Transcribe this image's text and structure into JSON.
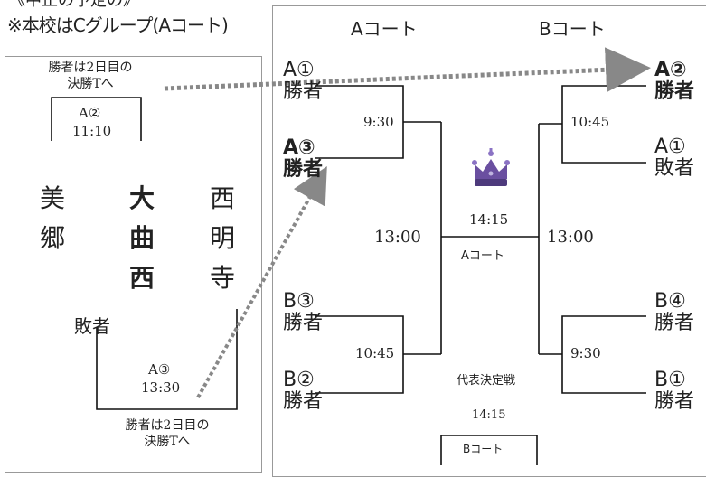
{
  "header": {
    "top_cut_text": "《中止の予定の》",
    "group_note": "※本校はCグループ(Aコート)"
  },
  "left_panel": {
    "top_note": "勝者は2日目の\n決勝Tへ",
    "match1_id": "A②",
    "match1_time": "11:10",
    "team_misato": "美\n郷",
    "team_omagari": "大\n曲\n西",
    "team_saimyoji": "西\n明\n寺",
    "loser_label": "敗者",
    "match2_id": "A③",
    "match2_time": "13:30",
    "bottom_note": "勝者は2日目の\n決勝Tへ"
  },
  "bracket": {
    "court_a": "Aコート",
    "court_b": "Bコート",
    "left_entries": [
      {
        "line1": "A①",
        "line2": "勝者",
        "bold": false
      },
      {
        "line1": "A③",
        "line2": "勝者",
        "bold": true
      },
      {
        "line1": "B③",
        "line2": "勝者",
        "bold": false
      },
      {
        "line1": "B②",
        "line2": "勝者",
        "bold": false
      }
    ],
    "right_entries": [
      {
        "line1": "A②",
        "line2": "勝者",
        "bold": true
      },
      {
        "line1": "A①",
        "line2": "敗者",
        "bold": false
      },
      {
        "line1": "B④",
        "line2": "勝者",
        "bold": false
      },
      {
        "line1": "B①",
        "line2": "勝者",
        "bold": false
      }
    ],
    "time_left_top": "9:30",
    "time_left_bottom": "10:45",
    "time_right_top": "10:45",
    "time_right_bottom": "9:30",
    "semi_left_time": "13:00",
    "semi_right_time": "13:00",
    "final_time": "14:15",
    "final_court": "Aコート",
    "rep_label": "代表決定戦",
    "rep_time": "14:15",
    "rep_court": "Bコート",
    "crown_icon": "crown-icon",
    "crown_color": "#6a4fa0"
  }
}
